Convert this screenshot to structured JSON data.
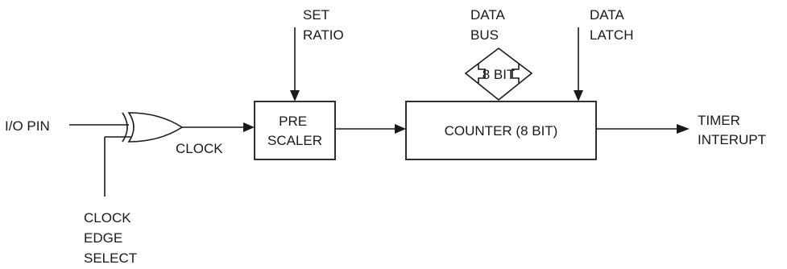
{
  "diagram": {
    "io_pin_label": "I/O PIN",
    "clock_label": "CLOCK",
    "clock_edge_select": [
      "CLOCK",
      "EDGE",
      "SELECT"
    ],
    "set_ratio": [
      "SET",
      "RATIO"
    ],
    "prescaler": [
      "PRE",
      "SCALER"
    ],
    "data_bus": [
      "DATA",
      "BUS"
    ],
    "bus_width": "8 BIT",
    "data_latch": [
      "DATA",
      "LATCH"
    ],
    "counter": "COUNTER (8 BIT)",
    "timer_interrupt": [
      "TIMER",
      "INTERUPT"
    ]
  }
}
